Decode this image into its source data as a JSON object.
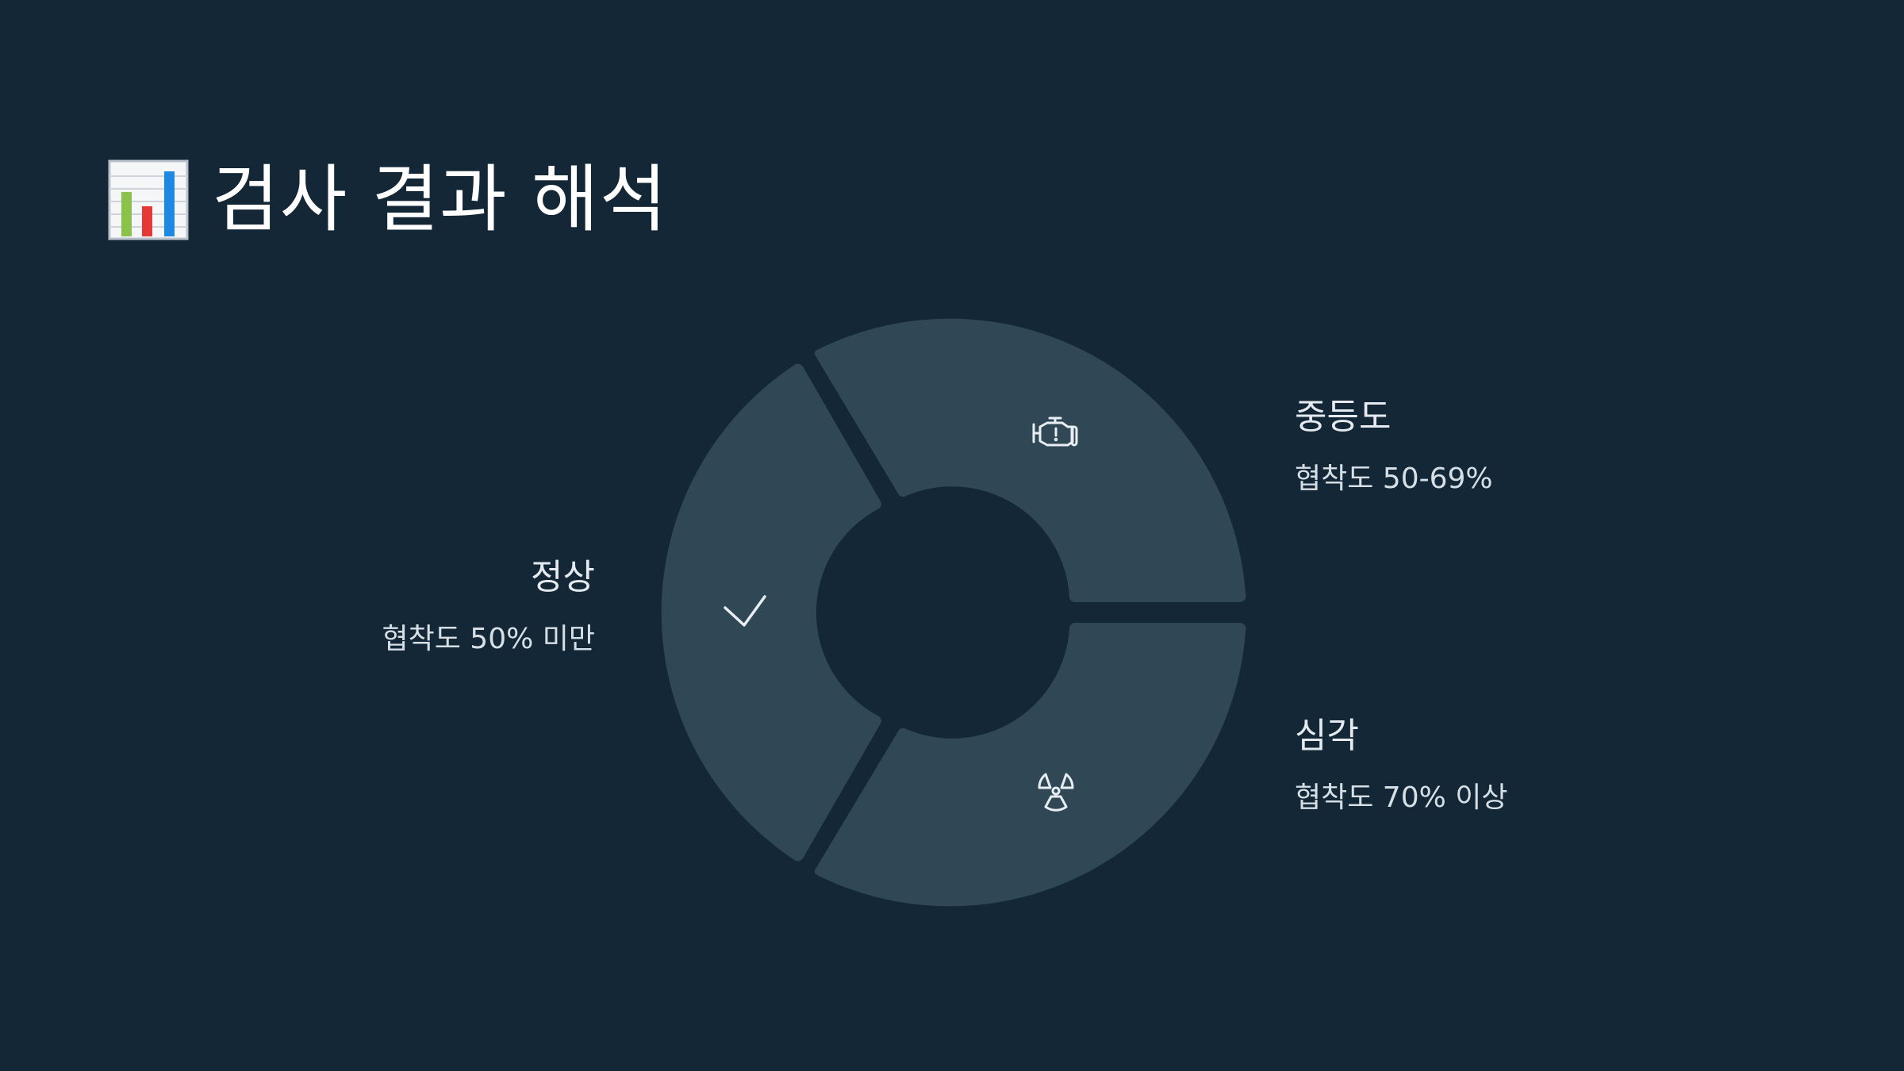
{
  "slide": {
    "title_icon": "bar-chart-icon",
    "title": "검사 결과 해석"
  },
  "segments": [
    {
      "id": "normal",
      "heading": "정상",
      "description": "협착도 50% 미만",
      "icon": "checkmark-icon"
    },
    {
      "id": "moderate",
      "heading": "중등도",
      "description": "협착도 50-69%",
      "icon": "engine-warning-icon"
    },
    {
      "id": "severe",
      "heading": "심각",
      "description": "협착도 70% 이상",
      "icon": "radiation-icon"
    }
  ],
  "colors": {
    "background": "#132736",
    "segment_fill": "#304856",
    "title_text": "#ffffff",
    "label_text": "#dde5ec",
    "icon_stroke": "#e8eef3"
  }
}
